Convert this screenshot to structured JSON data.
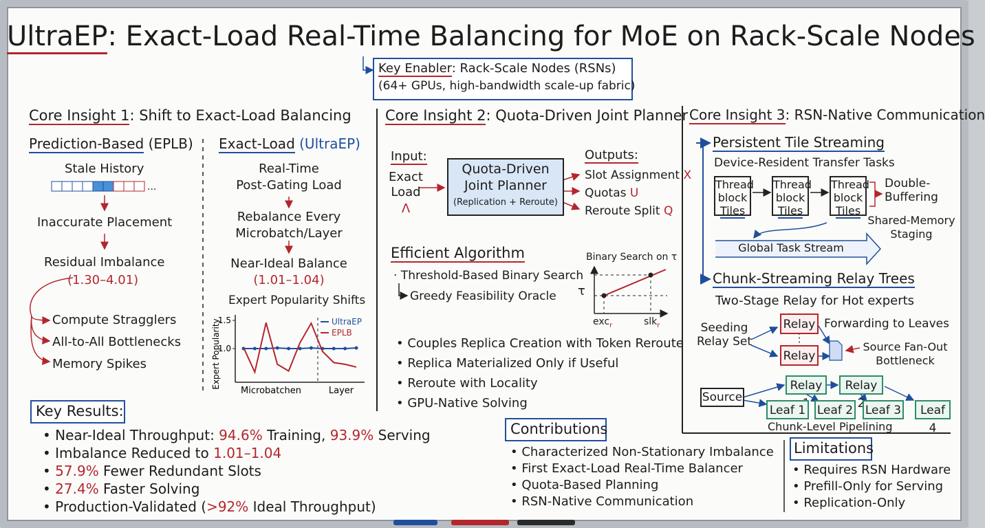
{
  "title": {
    "part1": "UltraEP",
    "part2": ": Exact-Load Real-Time Balancing for MoE on Rack-Scale Nodes"
  },
  "enabler": {
    "label": "Key Enabler",
    "rest": ": Rack-Scale Nodes (RSNs)",
    "line2": "(64+ GPUs, high-bandwidth scale-up fabric)"
  },
  "insight1": {
    "heading_a": "Core Insight 1",
    "heading_b": ": Shift to Exact-Load Balancing",
    "pred": {
      "title_a": "Prediction-Based",
      "title_b": " (EPLB)",
      "stale": "Stale History",
      "ellipsis": "...",
      "inaccurate": "Inaccurate Placement",
      "residual": "Residual Imbalance",
      "residual_range": "(1.30–4.01)",
      "effects": [
        "Compute Stragglers",
        "All-to-All Bottlenecks",
        "Memory Spikes"
      ]
    },
    "exact": {
      "title_a": "Exact-Load",
      "title_b": "(UltraEP)",
      "realtime_1": "Real-Time",
      "realtime_2": "Post-Gating Load",
      "rebalance_1": "Rebalance Every",
      "rebalance_2": "Microbatch/Layer",
      "near": "Near-Ideal Balance",
      "near_range": "(1.01–1.04)"
    },
    "chart_title": "Expert Popularity Shifts"
  },
  "chart_data": {
    "type": "line",
    "title": "Expert Popularity Shifts",
    "xlabel": "Microbatchen",
    "x_right_label": "Layer",
    "ylabel": "Expert Popularity",
    "y_ticks": [
      "1.5",
      "1.0"
    ],
    "ylim": [
      0.4,
      1.55
    ],
    "series": [
      {
        "name": "UltraEP",
        "color": "#1f4f9c",
        "values": [
          1.0,
          1.0,
          1.0,
          1.01,
          1.0,
          1.0,
          1.01,
          1.0,
          1.0,
          1.0,
          1.01
        ]
      },
      {
        "name": "EPLB",
        "color": "#b3262c",
        "values": [
          1.02,
          0.58,
          1.46,
          0.72,
          0.6,
          1.1,
          1.45,
          0.95,
          0.75,
          0.72,
          0.67
        ]
      }
    ],
    "grid": false
  },
  "insight2": {
    "heading_a": "Core Insight 2",
    "heading_b": ": Quota-Driven Joint Planner",
    "input_label": "Input:",
    "input_1": "Exact",
    "input_2": "Load",
    "input_sym": "Λ",
    "planner_1": "Quota-Driven",
    "planner_2": "Joint Planner",
    "planner_3": "(Replication + Reroute)",
    "outputs_label": "Outputs:",
    "outputs": [
      {
        "text": "Slot Assignment ",
        "sym": "X"
      },
      {
        "text": "Quotas ",
        "sym": "U"
      },
      {
        "text": "Reroute Split ",
        "sym": "Q"
      }
    ],
    "algo_title": "Efficient Algorithm",
    "algo_1": "· Threshold-Based Binary Search",
    "algo_2": "Greedy Feasibility Oracle",
    "bs_title": "Binary Search on τ",
    "bs_tau": "τ",
    "bs_x1": "exc",
    "bs_x2": "slk",
    "bs_sub": "r",
    "bullets": [
      "• Couples Replica Creation with Token Reroute",
      "• Replica Materialized Only if Useful",
      "• Reroute with Locality",
      "• GPU-Native Solving"
    ]
  },
  "insight3": {
    "heading_a": "Core Insight 3",
    "heading_b": ": RSN-Native Communication",
    "pts_title": "Persistent Tile Streaming",
    "pts_sub": "Device-Resident Transfer Tasks",
    "tile_lines": [
      "Thread",
      "block",
      "Tiles"
    ],
    "double_1": "Double-",
    "double_2": "Buffering",
    "shared_1": "Shared-Memory",
    "shared_2": "Staging",
    "global": "Global Task Stream",
    "relay_title": "Chunk-Streaming Relay Trees",
    "relay_sub": "Two-Stage Relay for Hot experts",
    "seeding_1": "Seeding",
    "seeding_2": "Relay Set",
    "relay": "Relay",
    "forwarding": "Forwarding to Leaves",
    "fanout_1": "Source Fan-Out",
    "fanout_2": "Bottleneck",
    "source": "Source",
    "relays": [
      "Relay 1",
      "Relay 2"
    ],
    "leaves": [
      "Leaf 1",
      "Leaf 2",
      "Leaf 3",
      "Leaf 4"
    ],
    "pipelining": "Chunk-Level Pipelining"
  },
  "results": {
    "title": "Key Results:",
    "r1_a": "• Near-Ideal Throughput: ",
    "r1_b": "94.6%",
    "r1_c": " Training, ",
    "r1_d": "93.9%",
    "r1_e": " Serving",
    "r2_a": "• Imbalance Reduced to ",
    "r2_b": "1.01–1.04",
    "r3_a": "• ",
    "r3_b": "57.9%",
    "r3_c": " Fewer Redundant Slots",
    "r4_a": "• ",
    "r4_b": "27.4%",
    "r4_c": " Faster Solving",
    "r5_a": "• Production-Validated (",
    "r5_b": ">92%",
    "r5_c": " Ideal Throughput)"
  },
  "contributions": {
    "title": "Contributions",
    "items": [
      "• Characterized Non-Stationary Imbalance",
      "• First Exact-Load Real-Time Balancer",
      "• Quota-Based Planning",
      "• RSN-Native Communication"
    ]
  },
  "limitations": {
    "title": "Limitations",
    "items": [
      "• Requires RSN Hardware",
      "• Prefill-Only for Serving",
      "• Replication-Only"
    ]
  },
  "colors": {
    "red": "#b3262c",
    "blue": "#1f4f9c",
    "green": "#2e8b6a",
    "board": "#fbfbfa"
  }
}
